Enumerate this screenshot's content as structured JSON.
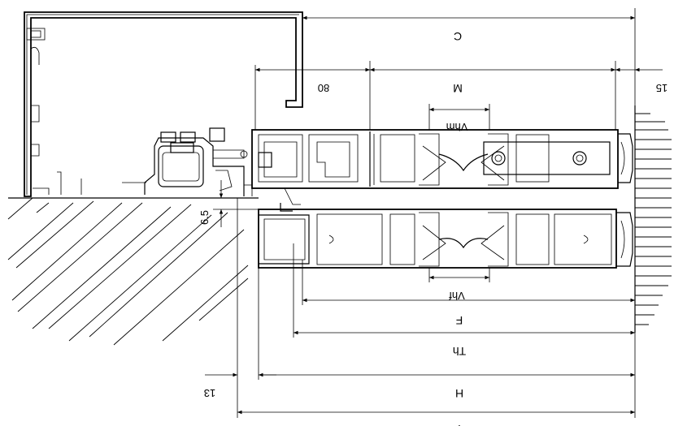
{
  "labels": {
    "c": "C",
    "eighty": "80",
    "m": "M",
    "fifteen": "15",
    "vhm": "Vhm",
    "vhf": "Vhf",
    "six_five": "6.5",
    "f": "F",
    "th": "Th",
    "h": "H",
    "thirteen": "13",
    "y": "Y"
  }
}
